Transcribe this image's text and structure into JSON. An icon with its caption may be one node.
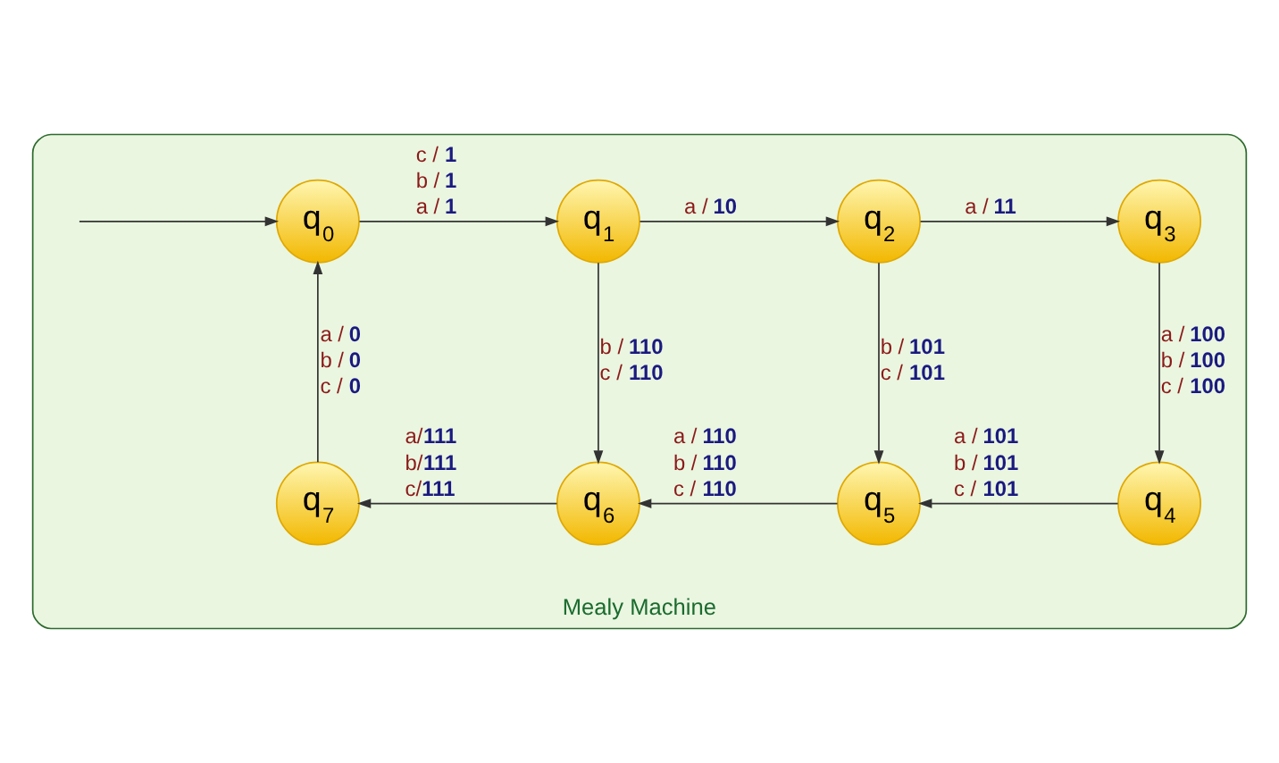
{
  "diagram": {
    "nodes": [
      {
        "text": [
          "Mealy Machine"
        ]
      },
      {
        "text": [
          "q$_{0}$"
        ],
        "in": 0
      },
      {
        "text": [
          "q$_{1}$"
        ],
        "in": 0
      },
      {
        "text": [
          "q$_{2}$"
        ],
        "in": 0
      },
      {
        "text": [
          "q$_{3}$"
        ],
        "in": 0
      },
      {
        "text": [
          "q$_{4}$"
        ],
        "in": 0
      },
      {
        "text": [
          "q$_{5}$"
        ],
        "in": 0
      },
      {
        "text": [
          "q$_{6}$"
        ],
        "in": 0
      },
      {
        "text": [
          "q$_{7}$"
        ],
        "in": 0
      }
    ],
    "edges": [
      {
        "from": null,
        "to": 1,
        "arrow": "to"
      },
      {
        "from": 1,
        "to": 2,
        "arrow": "to",
        "label": "c / 1 b / 1 a / 1"
      },
      {
        "from": 2,
        "to": 3,
        "arrow": "to",
        "label": "a / 10"
      },
      {
        "from": 3,
        "to": 4,
        "arrow": "to",
        "label": "a / 11"
      },
      {
        "from": 4,
        "to": 5,
        "arrow": "to",
        "label": "a / 100 b / 100 c / 100"
      },
      {
        "from": 5,
        "to": 6,
        "arrow": "to",
        "label": "a / 101 b / 101 c / 101"
      },
      {
        "from": 6,
        "to": 7,
        "arrow": "to",
        "label": "a / 110 b / 110 c / 110"
      },
      {
        "from": 7,
        "to": 8,
        "arrow": "to",
        "label": "a/111 b/111 c/111"
      },
      {
        "from": 8,
        "to": 1,
        "arrow": "to",
        "label": "a / 0 b / 0 c / 0"
      },
      {
        "from": 2,
        "to": 7,
        "arrow": "to",
        "label": "b / 110 c / 110"
      },
      {
        "from": 3,
        "to": 6,
        "arrow": "to",
        "label": "b / 101 c / 101"
      }
    ]
  }
}
